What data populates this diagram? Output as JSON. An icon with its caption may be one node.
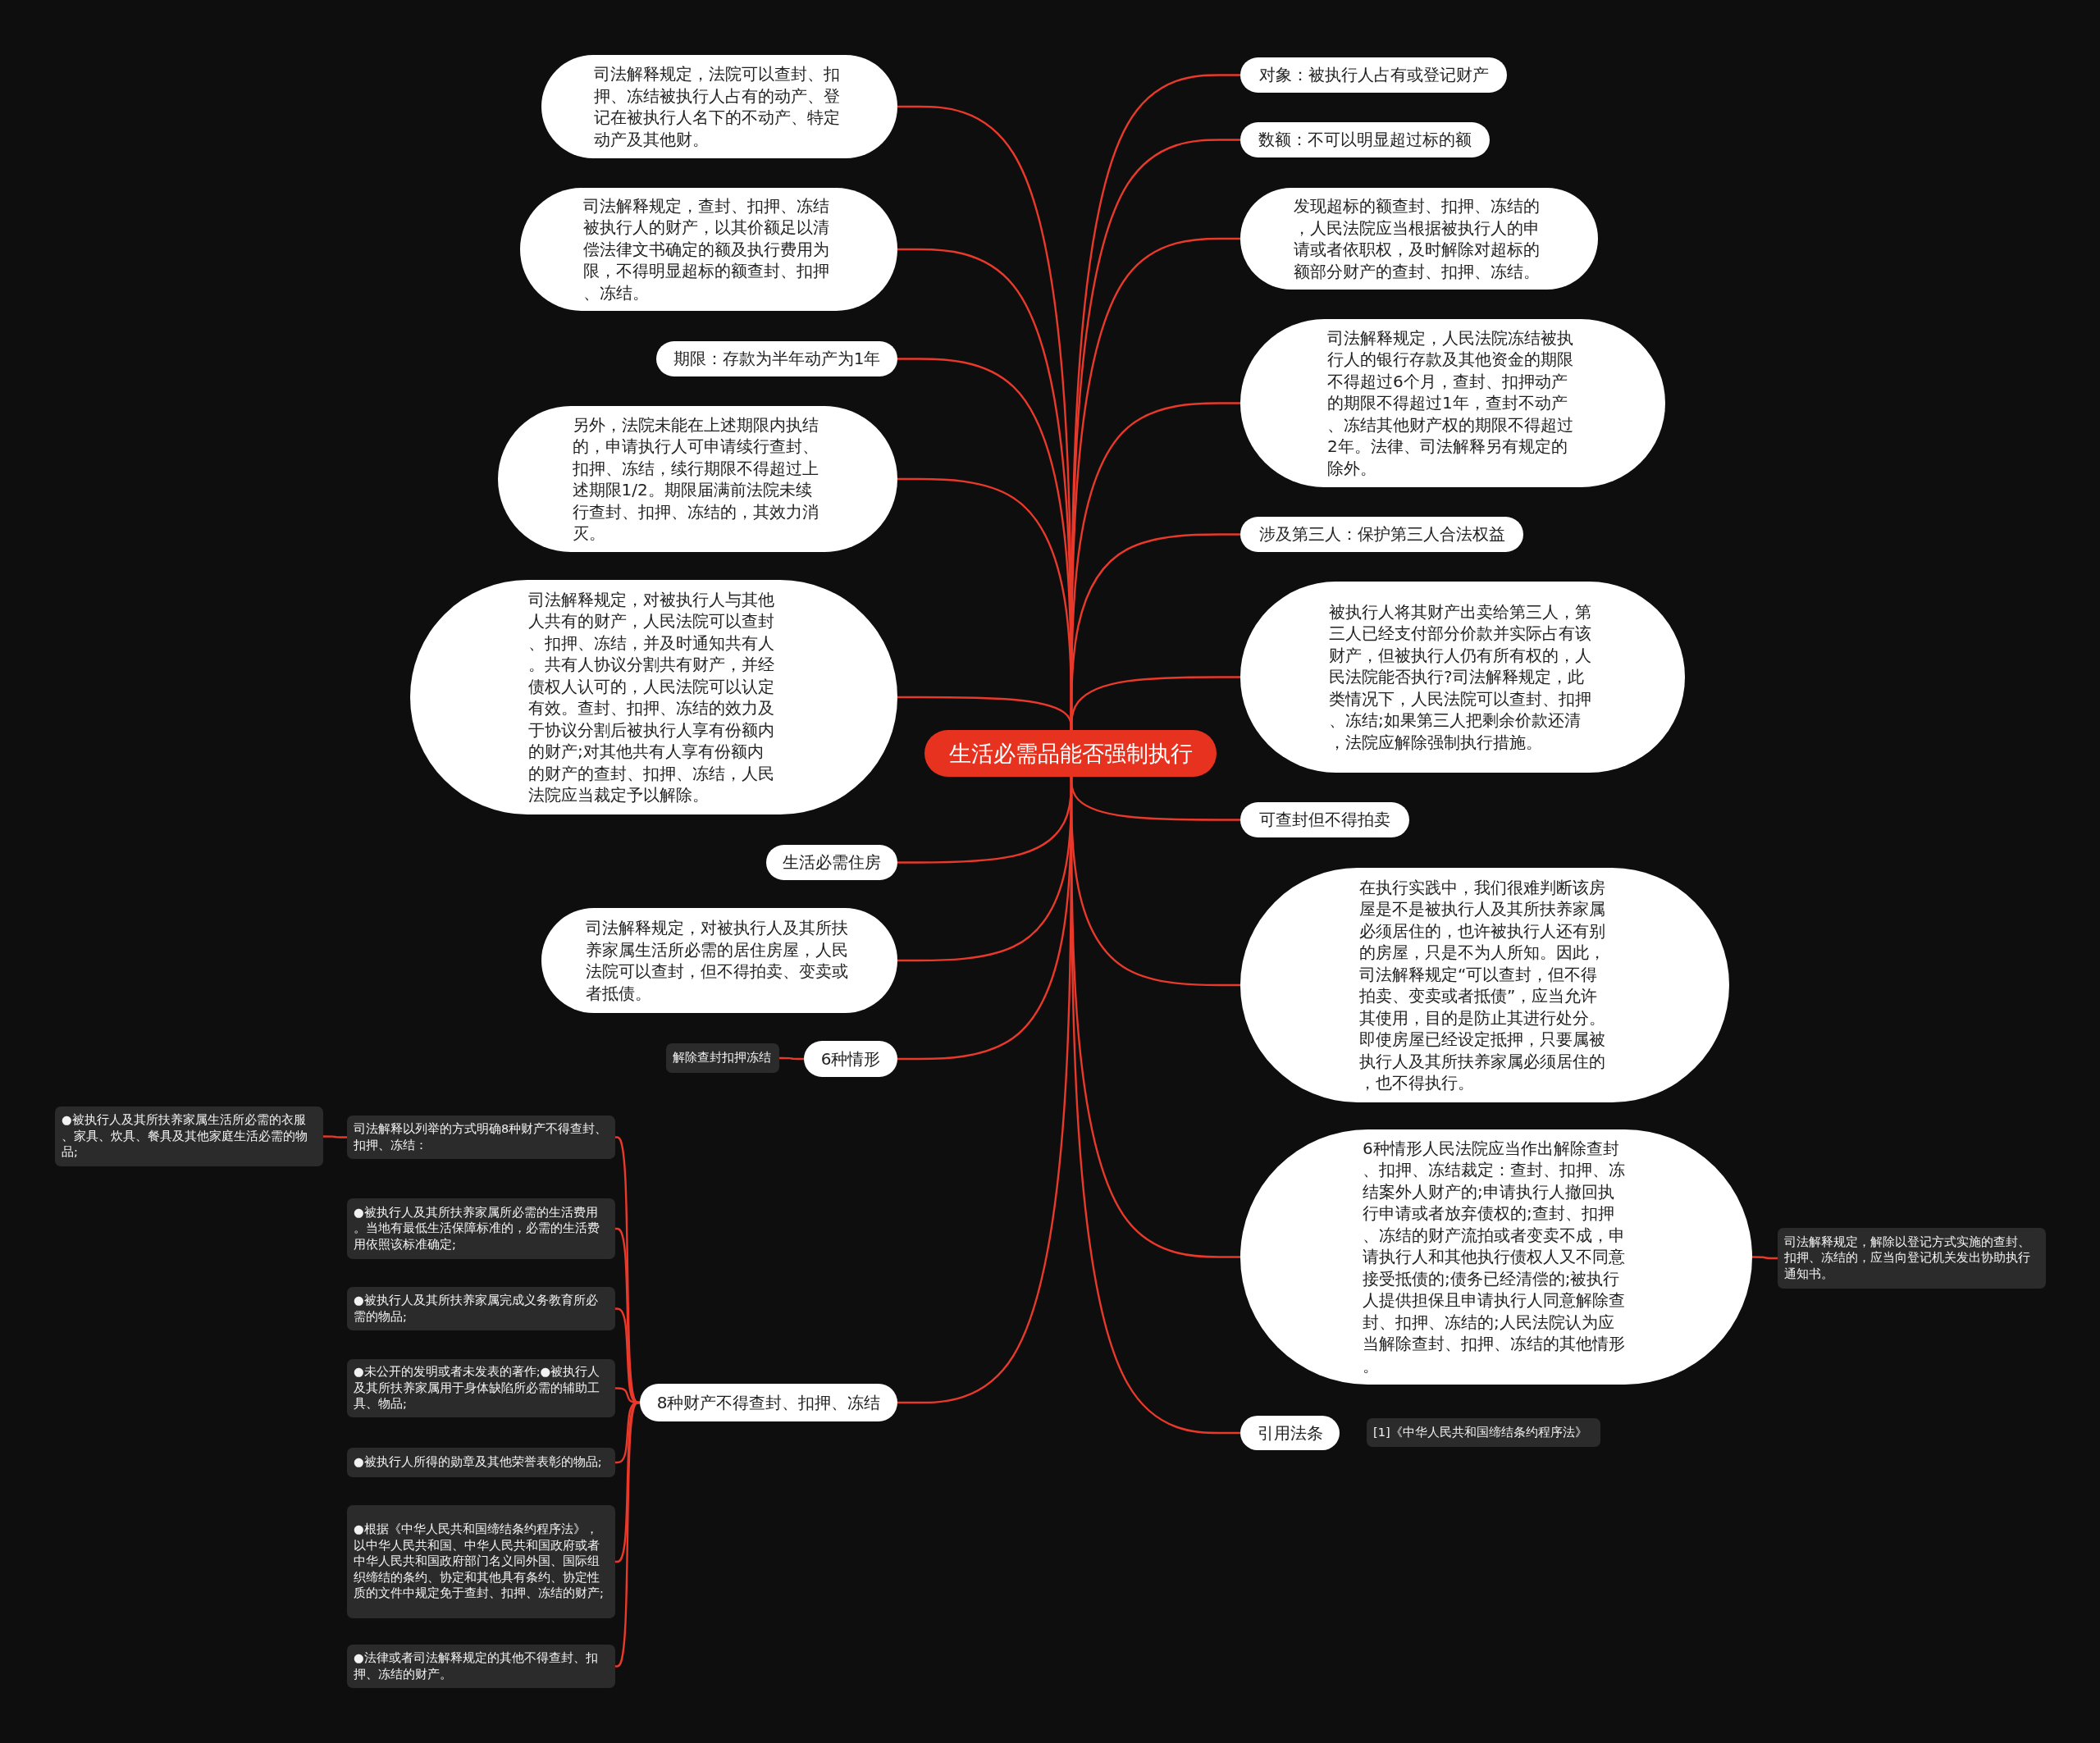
{
  "diagram": {
    "nodes": [
      {
        "text": [
          "生活必需品能否强制执行"
        ]
      },
      {
        "text": [
          "司法解释规定，法院可以查封、扣押、冻结被执行人占有的动产、登记在被执行人名下的不动产、特定动产及其他财。"
        ]
      },
      {
        "text": [
          "司法解释规定，查封、扣押、冻结被执行人的财产，以其价额足以清偿法律文书确定的额及执行费用为限，不得明显超标的额查封、扣押、冻结。"
        ]
      },
      {
        "text": [
          "期限：存款为半年动产为1年"
        ]
      },
      {
        "text": [
          "另外，法院未能在上述期限内执结的，申请执行人可申请续行查封、扣押、冻结，续行期限不得超过上述期限1/2。期限届满前法院未续行查封、扣押、冻结的，其效力消灭。"
        ]
      },
      {
        "text": [
          "司法解释规定，对被执行人与其他人共有的财产，人民法院可以查封、扣押、冻结，并及时通知共有人。共有人协议分割共有财产，并经债权人认可的，人民法院可以认定有效。查封、扣押、冻结的效力及于协议分割后被执行人享有份额内的财产;对其他共有人享有份额内的财产的查封、扣押、冻结，人民法院应当裁定予以解除。"
        ]
      },
      {
        "text": [
          "生活必需住房"
        ]
      },
      {
        "text": [
          "司法解释规定，对被执行人及其所扶养家属生活所必需的居住房屋，人民法院可以查封，但不得拍卖、变卖或者抵债。"
        ]
      },
      {
        "text": [
          "6种情形"
        ]
      },
      {
        "text": [
          "解除查封扣押冻结"
        ]
      },
      {
        "text": [
          "8种财产不得查封、扣押、冻结"
        ]
      },
      {
        "text": [
          "司法解释以列举的方式明确8种财产不得查封、扣押、冻结："
        ]
      },
      {
        "text": [
          "●被执行人及其所扶养家属所必需的生活费用。当地有最低生活保障标准的，必需的生活费用依照该标准确定;"
        ]
      },
      {
        "text": [
          "●被执行人及其所扶养家属完成义务教育所必需的物品;"
        ]
      },
      {
        "text": [
          "●未公开的发明或者未发表的著作;●被执行人及其所扶养家属用于身体缺陷所必需的辅助工具、物品;"
        ]
      },
      {
        "text": [
          "●被执行人所得的勋章及其他荣誉表彰的物品;"
        ]
      },
      {
        "text": [
          "●根据《中华人民共和国缔结条约程序法》，以中华人民共和国、中华人民共和国政府或者中华人民共和国政府部门名义同外国、国际组织缔结的条约、协定和其他具有条约、协定性质的文件中规定免于查封、扣押、冻结的财产;"
        ]
      },
      {
        "text": [
          "●法律或者司法解释规定的其他不得查封、扣押、冻结的财产。"
        ]
      },
      {
        "text": [
          "●被执行人及其所扶养家属生活所必需的衣服、家具、炊具、餐具及其他家庭生活必需的物品;"
        ]
      },
      {
        "text": [
          "对象：被执行人占有或登记财产"
        ]
      },
      {
        "text": [
          "数额：不可以明显超过标的额"
        ]
      },
      {
        "text": [
          "发现超标的额查封、扣押、冻结的，人民法院应当根据被执行人的申请或者依职权，及时解除对超标的额部分财产的查封、扣押、冻结。"
        ]
      },
      {
        "text": [
          "司法解释规定，人民法院冻结被执行人的银行存款及其他资金的期限不得超过6个月，查封、扣押动产的期限不得超过1年，查封不动产、冻结其他财产权的期限不得超过2年。法律、司法解释另有规定的除外。"
        ]
      },
      {
        "text": [
          "涉及第三人：保护第三人合法权益"
        ]
      },
      {
        "text": [
          "被执行人将其财产出卖给第三人，第三人已经支付部分价款并实际占有该财产，但被执行人仍有所有权的，人民法院能否执行?司法解释规定，此类情况下，人民法院可以查封、扣押、冻结;如果第三人把剩余价款还清，法院应解除强制执行措施。"
        ]
      },
      {
        "text": [
          "可查封但不得拍卖"
        ]
      },
      {
        "text": [
          "在执行实践中，我们很难判断该房屋是不是被执行人及其所扶养家属必须居住的，也许被执行人还有别的房屋，只是不为人所知。因此，司法解释规定“可以查封，但不得拍卖、变卖或者抵债”，应当允许其使用，目的是防止其进行处分。即使房屋已经设定抵押，只要属被执行人及其所扶养家属必须居住的，也不得执行。"
        ]
      },
      {
        "text": [
          "6种情形人民法院应当作出解除查封、扣押、冻结裁定：查封、扣押、冻结案外人财产的;申请执行人撤回执行申请或者放弃债权的;查封、扣押、冻结的财产流拍或者变卖不成，申请执行人和其他执行债权人又不同意接受抵债的;债务已经清偿的;被执行人提供担保且申请执行人同意解除查封、扣押、冻结的;人民法院认为应当解除查封、扣押、冻结的其他情形。"
        ]
      },
      {
        "text": [
          "司法解释规定，解除以登记方式实施的查封、扣押、冻结的，应当向登记机关发出协助执行通知书。"
        ]
      },
      {
        "text": [
          "引用法条"
        ]
      },
      {
        "text": [
          "[1]《中华人民共和国缔结条约程序法》"
        ]
      }
    ],
    "edges": [
      {
        "from": 0,
        "to": 1,
        "arrow": "none"
      },
      {
        "from": 0,
        "to": 2,
        "arrow": "none"
      },
      {
        "from": 0,
        "to": 3,
        "arrow": "none"
      },
      {
        "from": 0,
        "to": 4,
        "arrow": "none"
      },
      {
        "from": 0,
        "to": 5,
        "arrow": "none"
      },
      {
        "from": 0,
        "to": 6,
        "arrow": "none"
      },
      {
        "from": 0,
        "to": 7,
        "arrow": "none"
      },
      {
        "from": 0,
        "to": 8,
        "arrow": "none"
      },
      {
        "from": 8,
        "to": 9,
        "arrow": "none"
      },
      {
        "from": 0,
        "to": 10,
        "arrow": "none"
      },
      {
        "from": 10,
        "to": 11,
        "arrow": "none"
      },
      {
        "from": 10,
        "to": 12,
        "arrow": "none"
      },
      {
        "from": 10,
        "to": 13,
        "arrow": "none"
      },
      {
        "from": 10,
        "to": 14,
        "arrow": "none"
      },
      {
        "from": 10,
        "to": 15,
        "arrow": "none"
      },
      {
        "from": 10,
        "to": 16,
        "arrow": "none"
      },
      {
        "from": 10,
        "to": 17,
        "arrow": "none"
      },
      {
        "from": 11,
        "to": 18,
        "arrow": "none"
      },
      {
        "from": 0,
        "to": 19,
        "arrow": "none"
      },
      {
        "from": 0,
        "to": 20,
        "arrow": "none"
      },
      {
        "from": 0,
        "to": 21,
        "arrow": "none"
      },
      {
        "from": 0,
        "to": 22,
        "arrow": "none"
      },
      {
        "from": 0,
        "to": 23,
        "arrow": "none"
      },
      {
        "from": 0,
        "to": 24,
        "arrow": "none"
      },
      {
        "from": 0,
        "to": 25,
        "arrow": "none"
      },
      {
        "from": 0,
        "to": 26,
        "arrow": "none"
      },
      {
        "from": 0,
        "to": 27,
        "arrow": "none"
      },
      {
        "from": 27,
        "to": 28,
        "arrow": "none"
      },
      {
        "from": 0,
        "to": 29,
        "arrow": "none"
      }
    ]
  }
}
